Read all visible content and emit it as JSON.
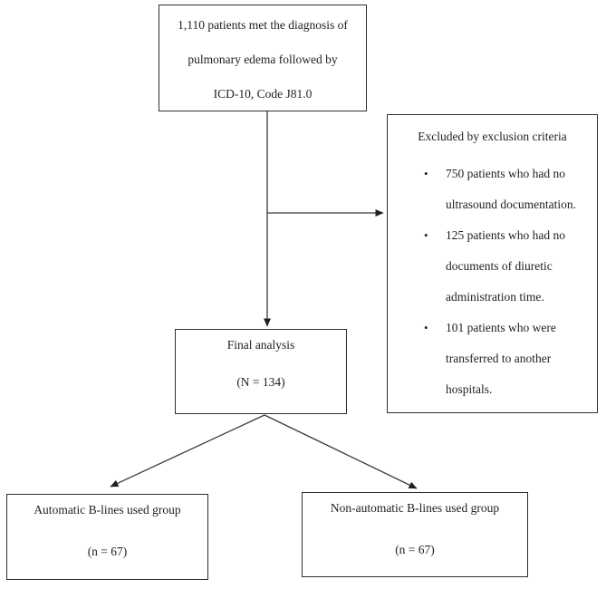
{
  "glyphs": {
    "bullet": "•"
  },
  "boxes": {
    "diagnosis": {
      "lines": [
        "1,110 patients met the diagnosis of",
        "pulmonary edema followed by",
        "ICD-10, Code J81.0"
      ]
    },
    "excluded": {
      "title": "Excluded by exclusion criteria",
      "items": [
        {
          "lines": [
            "750 patients who had no",
            "ultrasound documentation."
          ]
        },
        {
          "lines": [
            "125 patients who had no",
            "documents of diuretic",
            "administration time."
          ]
        },
        {
          "lines": [
            "101 patients who were",
            "transferred to another",
            "hospitals."
          ]
        }
      ]
    },
    "final": {
      "lines": [
        "Final analysis",
        "(N = 134)"
      ]
    },
    "auto_group": {
      "lines": [
        "Automatic B-lines used group",
        "(n = 67)"
      ]
    },
    "non_auto_group": {
      "lines": [
        "Non-automatic B-lines used group",
        "(n = 67)"
      ]
    }
  },
  "colors": {
    "border": "#2e2e2e",
    "text": "#1f1f1f",
    "line": "#3a3a3a",
    "background": "#ffffff"
  }
}
